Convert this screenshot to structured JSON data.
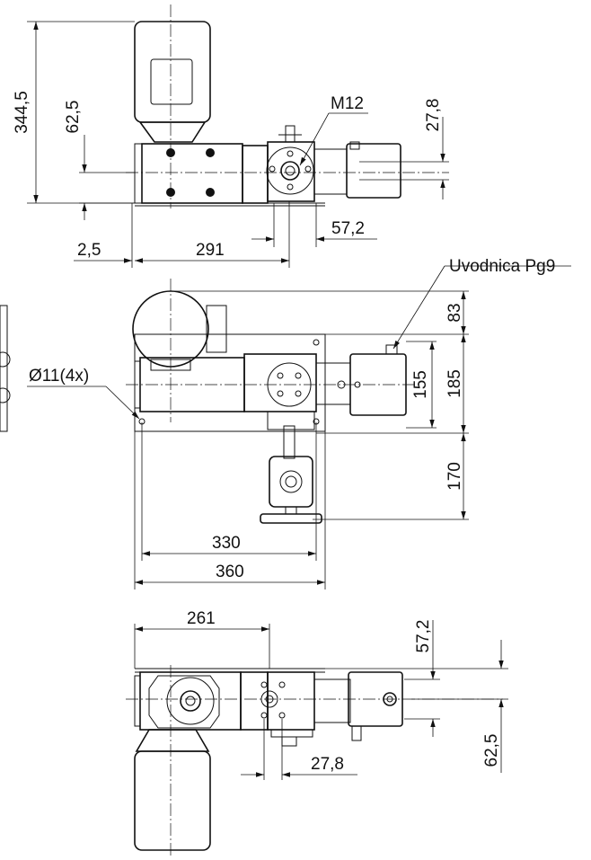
{
  "dimensions": {
    "d344_5": "344,5",
    "d62_5_top": "62,5",
    "m12": "M12",
    "d27_8_top": "27,8",
    "d57_2_top": "57,2",
    "d2_5": "2,5",
    "d291": "291",
    "uvodnica": "Uvodnica Pg9",
    "d83": "83",
    "d185": "185",
    "d155": "155",
    "d170": "170",
    "d11": "Ø11(4x)",
    "d330": "330",
    "d360": "360",
    "d261": "261",
    "d57_2_bottom": "57,2",
    "d62_5_bottom": "62,5",
    "d27_8_bottom": "27,8"
  },
  "colors": {
    "line": "#111111",
    "background": "#ffffff"
  }
}
